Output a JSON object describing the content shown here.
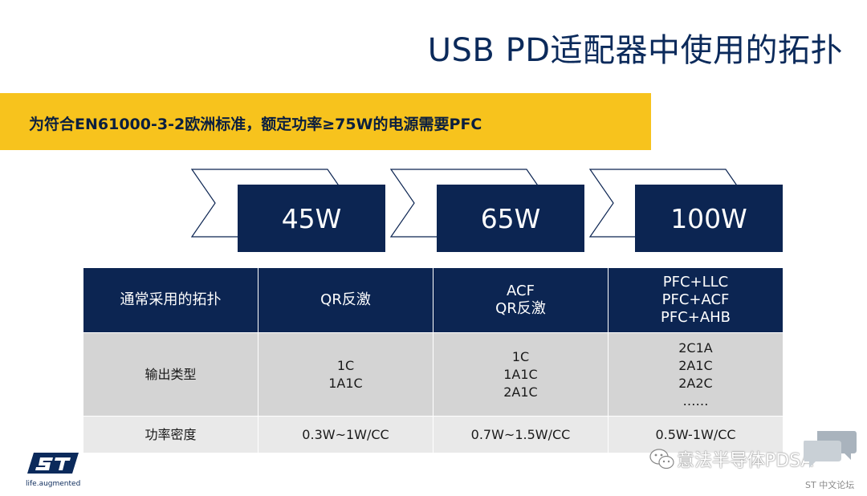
{
  "slide": {
    "title": "USB PD适配器中使用的拓扑",
    "banner": "为符合EN61000-3-2欧洲标准，额定功率≥75W的电源需要PFC"
  },
  "power_levels": [
    "45W",
    "65W",
    "100W"
  ],
  "table": {
    "header": {
      "label": "通常采用的拓扑",
      "cols": [
        [
          "QR反激"
        ],
        [
          "ACF",
          "QR反激"
        ],
        [
          "PFC+LLC",
          "PFC+ACF",
          "PFC+AHB"
        ]
      ]
    },
    "rows": [
      {
        "label": "输出类型",
        "cols": [
          [
            "1C",
            "1A1C"
          ],
          [
            "1C",
            "1A1C",
            "2A1C"
          ],
          [
            "2C1A",
            "2A1C",
            "2A2C",
            "……"
          ]
        ]
      },
      {
        "label": "功率密度",
        "cols": [
          [
            "0.3W~1W/CC"
          ],
          [
            "0.7W~1.5W/CC"
          ],
          [
            "0.5W-1W/CC"
          ]
        ]
      }
    ]
  },
  "footer": {
    "logo_tagline": "life.augmented",
    "watermark": "意法半导体PDSA",
    "forum": "ST 中文论坛"
  },
  "colors": {
    "navy": "#0c2552",
    "yellow": "#f7c31d",
    "gray_dark": "#d4d4d4",
    "gray_light": "#e9e9e9"
  }
}
